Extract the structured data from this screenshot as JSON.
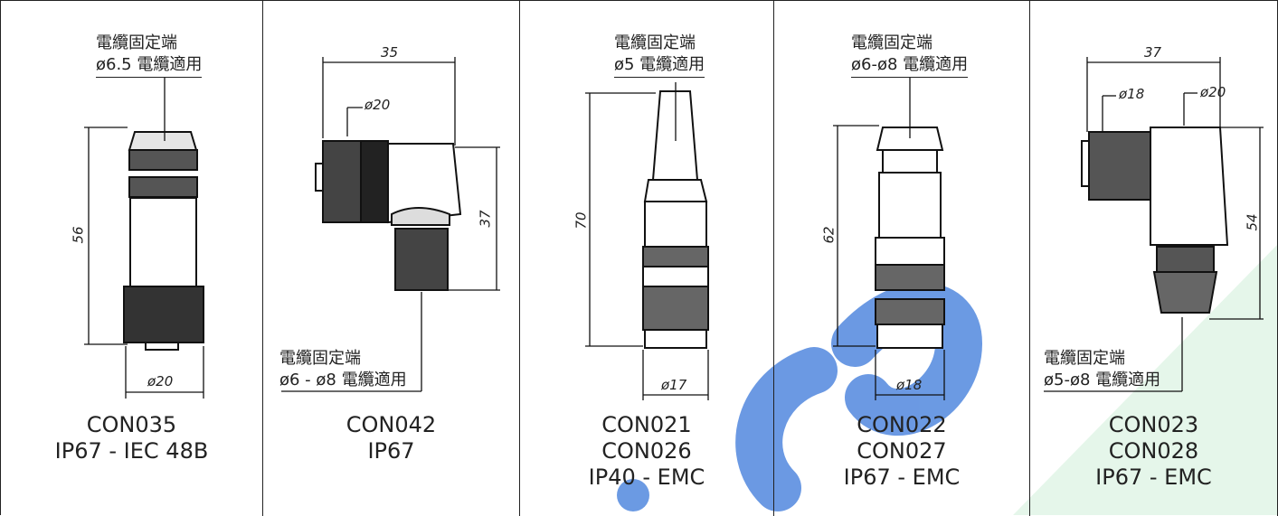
{
  "watermark": {
    "color": "#2f6fd6",
    "accent": "#b9e6c6"
  },
  "panels": [
    {
      "id": "CON035",
      "cable_label": [
        "電纜固定端",
        "ø6.5 電纜適用"
      ],
      "dims": {
        "width": "ø20",
        "height": "56"
      },
      "caption": [
        "CON035",
        "IP67 - IEC 48B"
      ]
    },
    {
      "id": "CON042",
      "cable_label": [
        "電纜固定端",
        "ø6 - ø8 電纜適用"
      ],
      "dims": {
        "length": "35",
        "diameter": "ø20",
        "height": "37"
      },
      "caption": [
        "CON042",
        "IP67"
      ]
    },
    {
      "id": "CON021",
      "cable_label": [
        "電纜固定端",
        "ø5 電纜適用"
      ],
      "dims": {
        "height": "70",
        "width": "ø17"
      },
      "caption": [
        "CON021",
        "CON026",
        "IP40 - EMC"
      ]
    },
    {
      "id": "CON022",
      "cable_label": [
        "電纜固定端",
        "ø6-ø8 電纜適用"
      ],
      "dims": {
        "height": "62",
        "width": "ø18"
      },
      "caption": [
        "CON022",
        "CON027",
        "IP67 - EMC"
      ]
    },
    {
      "id": "CON023",
      "cable_label": [
        "電纜固定端",
        "ø5-ø8 電纜適用"
      ],
      "dims": {
        "length": "37",
        "diameter_a": "ø18",
        "diameter_b": "ø20",
        "height": "54"
      },
      "caption": [
        "CON023",
        "CON028",
        "IP67 - EMC"
      ]
    }
  ]
}
